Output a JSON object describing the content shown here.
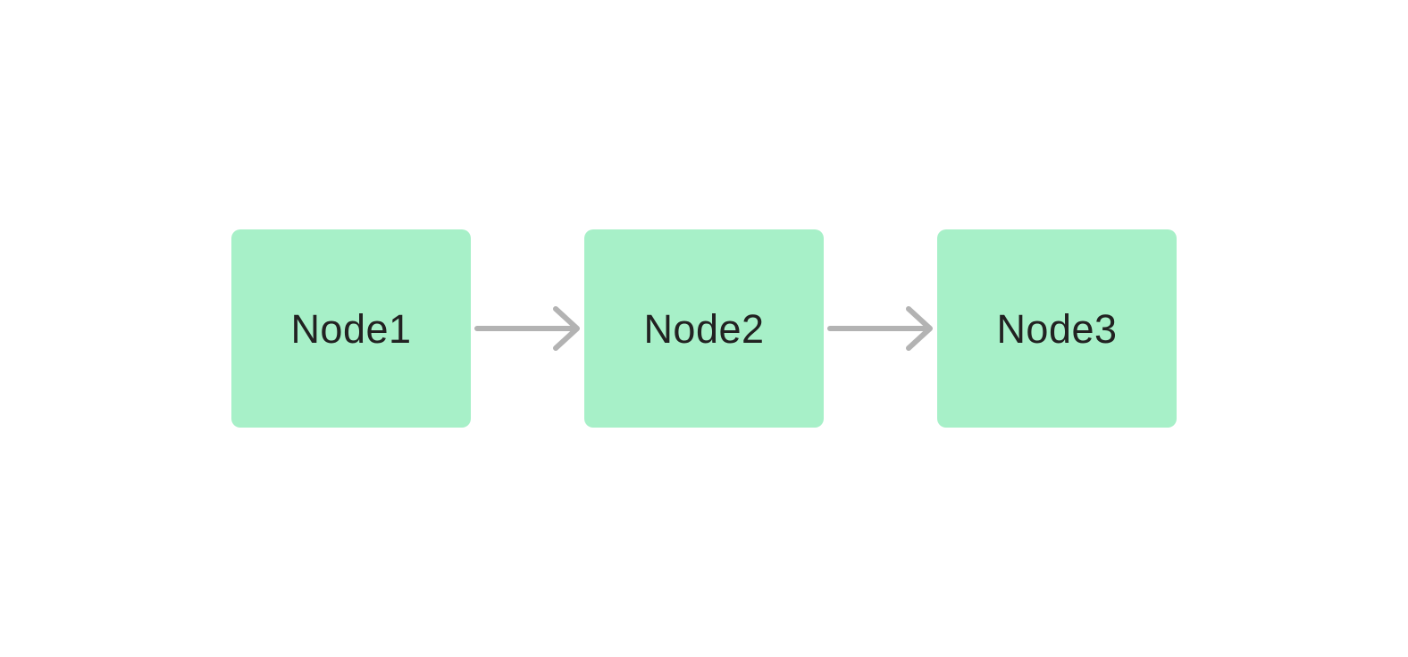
{
  "diagram": {
    "title": "flow-diagram",
    "nodes": [
      {
        "id": "node1",
        "label": "Node1"
      },
      {
        "id": "node2",
        "label": "Node2"
      },
      {
        "id": "node3",
        "label": "Node3"
      }
    ],
    "edges": [
      {
        "from": "node1",
        "to": "node2",
        "direction": "right"
      },
      {
        "from": "node2",
        "to": "node3",
        "direction": "right"
      }
    ],
    "colors": {
      "node_fill": "#a7f0c8",
      "node_text": "#222222",
      "arrow": "#b3b3b3",
      "background": "#ffffff"
    }
  }
}
